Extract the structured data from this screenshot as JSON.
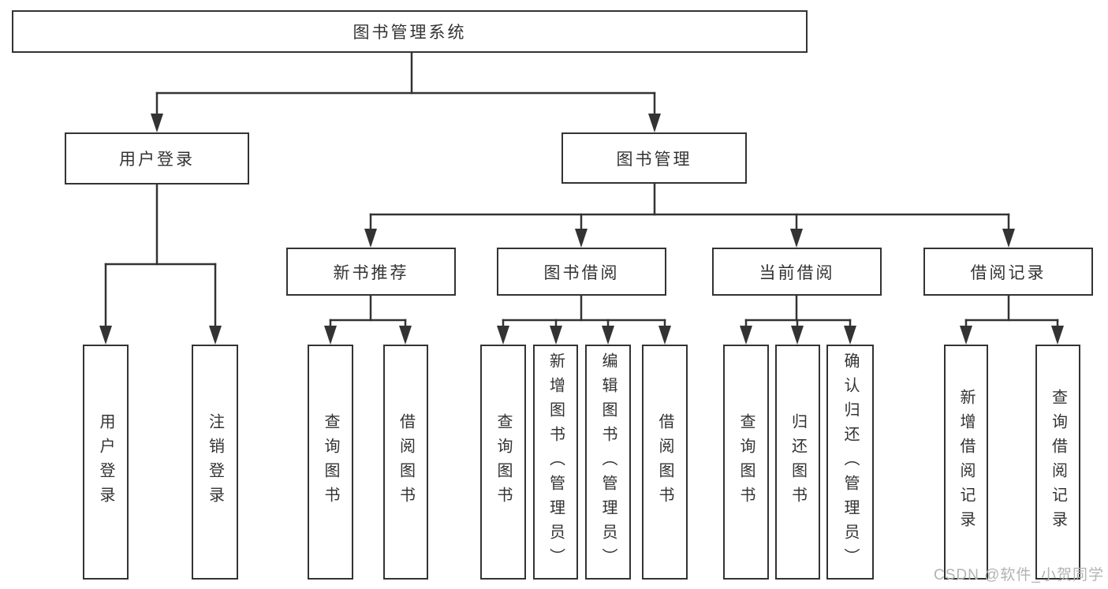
{
  "diagram_type": "hierarchy-tree",
  "tree": {
    "label": "图书管理系统",
    "children": [
      {
        "label": "用户登录",
        "children": [
          {
            "label": "用户登录"
          },
          {
            "label": "注销登录"
          }
        ]
      },
      {
        "label": "图书管理",
        "children": [
          {
            "label": "新书推荐",
            "children": [
              {
                "label": "查询图书"
              },
              {
                "label": "借阅图书"
              }
            ]
          },
          {
            "label": "图书借阅",
            "children": [
              {
                "label": "查询图书"
              },
              {
                "label": "新增图书（管理员）"
              },
              {
                "label": "编辑图书（管理员）"
              },
              {
                "label": "借阅图书"
              }
            ]
          },
          {
            "label": "当前借阅",
            "children": [
              {
                "label": "查询图书"
              },
              {
                "label": "归还图书"
              },
              {
                "label": "确认归还（管理员）"
              }
            ]
          },
          {
            "label": "借阅记录",
            "children": [
              {
                "label": "新增借阅记录"
              },
              {
                "label": "查询借阅记录"
              }
            ]
          }
        ]
      }
    ]
  },
  "watermark": {
    "text": "CSDN @软件_小贺同学"
  },
  "colors": {
    "line": "#333333",
    "box_border": "#333333",
    "text": "#333333",
    "watermark_text": "#b3b3b3",
    "background": "#ffffff"
  }
}
